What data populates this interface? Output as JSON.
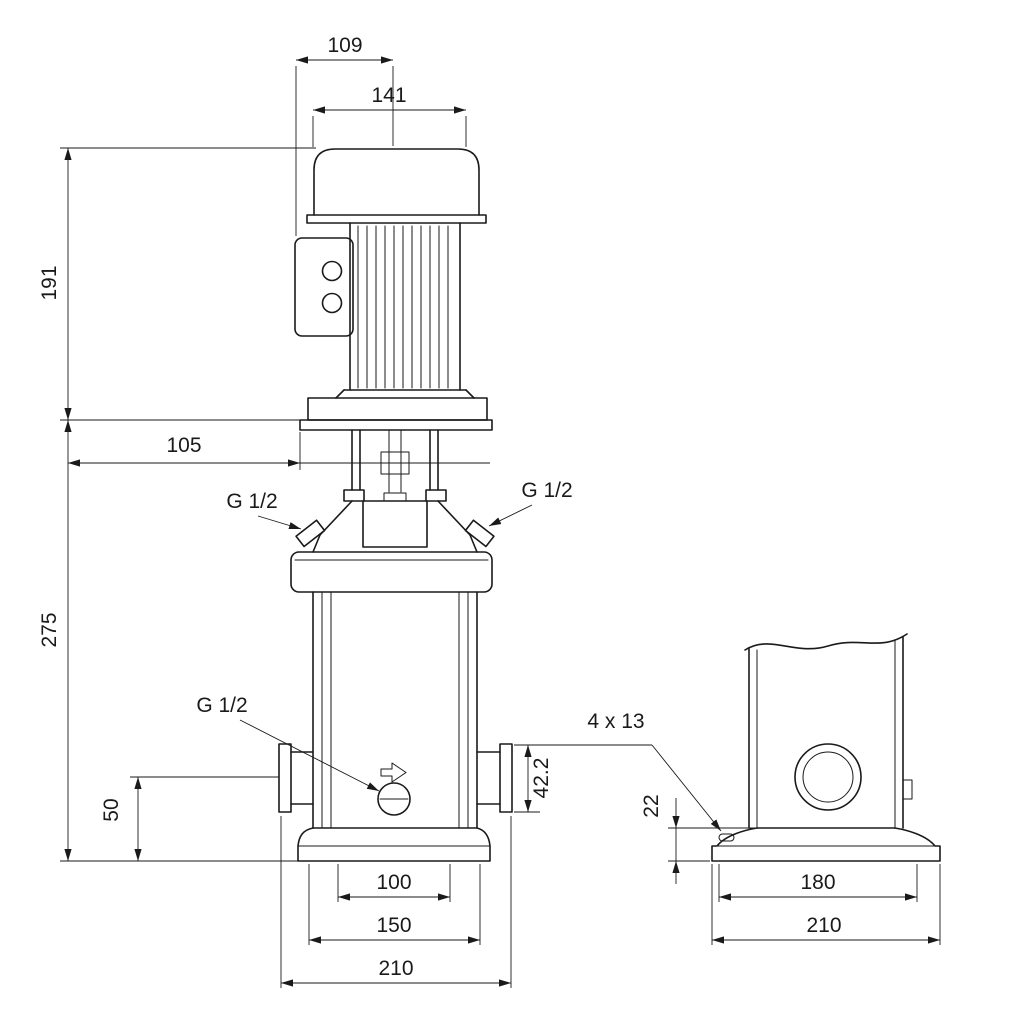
{
  "front": {
    "d109": "109",
    "d141": "141",
    "d191": "191",
    "d105": "105",
    "d275": "275",
    "g12_top_left": "G 1/2",
    "g12_top_right": "G 1/2",
    "g12_drain": "G 1/2",
    "d50": "50",
    "d42_2": "42.2",
    "d100": "100",
    "d150": "150",
    "d210": "210"
  },
  "side": {
    "d4x13": "4 x 13",
    "d22": "22",
    "d180": "180",
    "d210": "210"
  },
  "colors": {
    "line": "#1a1a1a",
    "background": "#ffffff"
  }
}
